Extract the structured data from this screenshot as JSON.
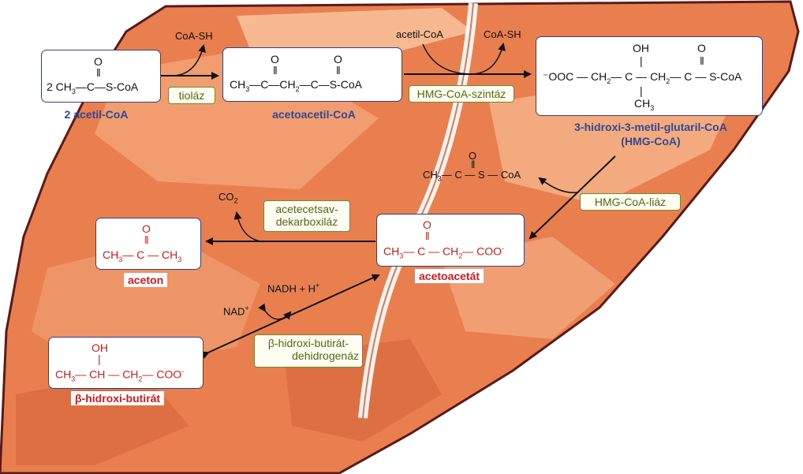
{
  "compounds": {
    "acetyl_coa": {
      "label": "2 acetil-CoA",
      "formula": {
        "coeff": "2 CH",
        "sub1": "3",
        "chain": "—C—S-CoA",
        "oxygen": "O"
      }
    },
    "acetoacetyl_coa": {
      "label": "acetoacetil-CoA",
      "formula": {
        "part1": "CH",
        "sub1": "3",
        "part2": "—C—CH",
        "sub2": "2",
        "part3": "—C—S-CoA",
        "oxygen": "O"
      }
    },
    "hmg_coa": {
      "label_line1": "3-hidroxi-3-metil-glutaril-CoA",
      "label_line2": "(HMG-CoA)",
      "formula": {
        "part1": "⁻OOC — CH",
        "sub1": "2",
        "part2": "— C — CH",
        "sub2": "2",
        "part3": "— C — S-CoA",
        "oh": "OH",
        "ch3": "CH",
        "ch3_sub": "3",
        "oxygen": "O"
      }
    },
    "acetoacetate": {
      "label": "acetoacetát",
      "formula": {
        "part1": "CH",
        "sub1": "3",
        "part2": "— C — CH",
        "sub2": "2",
        "part3": "— COO",
        "charge": "-",
        "oxygen": "O"
      }
    },
    "acetone": {
      "label": "aceton",
      "formula": {
        "part1": "CH",
        "sub1": "3",
        "part2": "— C — CH",
        "sub2": "3",
        "oxygen": "O"
      }
    },
    "beta_hydroxybutyrate": {
      "label": "β-hidroxi-butirát",
      "formula": {
        "part1": "CH",
        "sub1": "3",
        "part2": "— CH — CH",
        "sub2": "2",
        "part3": "— COO",
        "charge": "-",
        "oh": "OH"
      }
    },
    "acetyl_coa_released": {
      "formula": {
        "part1": "CH",
        "sub1": "3",
        "part2": "— C — S — CoA",
        "oxygen": "O"
      }
    }
  },
  "side_products": {
    "coa_sh_1": "CoA-SH",
    "acetyl_coa_in": "acetil-CoA",
    "coa_sh_2": "CoA-SH",
    "co2": {
      "text": "CO",
      "sub": "2"
    },
    "nadh": {
      "text": "NADH + H",
      "sup": "+"
    },
    "nad": {
      "text": "NAD",
      "sup": "+"
    }
  },
  "enzymes": {
    "thiolase": "tioláz",
    "hmg_synthase": "HMG-CoA-szintáz",
    "hmg_lyase": "HMG-CoA-liáz",
    "decarboxylase_line1": "acetecetsav-",
    "decarboxylase_line2": "dekarboxiláz",
    "dehydrogenase_line1": "β-hidroxi-butirát-",
    "dehydrogenase_line2": "dehidrogenáz"
  },
  "colors": {
    "liver_dark": "#c0552c",
    "liver_light": "#f6b98f",
    "outline": "#5a1a1a",
    "box_border": "#3a3f7a",
    "label_blue": "#2f4a94",
    "label_red": "#d11b1b",
    "enzyme_border": "#6e8a2b"
  }
}
